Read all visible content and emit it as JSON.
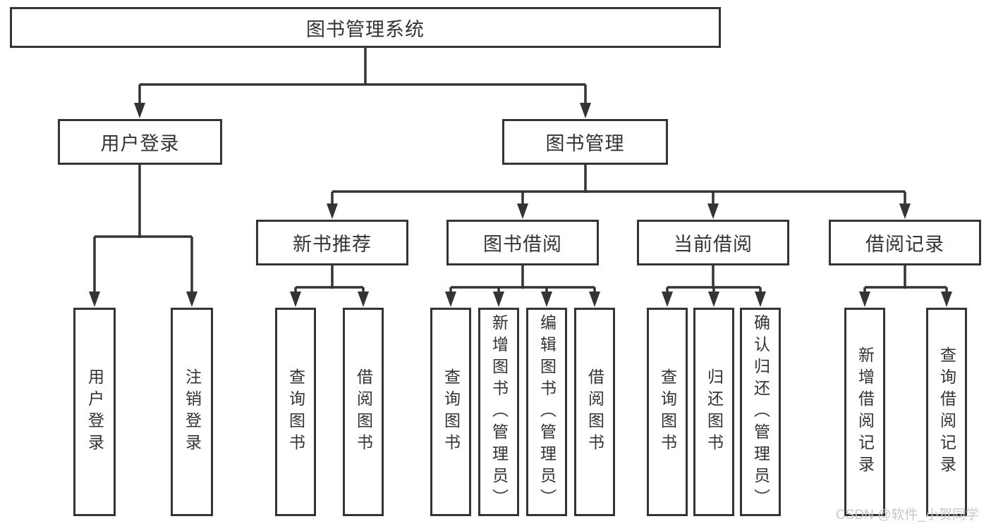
{
  "tree": {
    "root": {
      "label": "图书管理系统"
    },
    "branches": [
      {
        "label": "用户登录",
        "children": [
          {
            "label": "用户登录"
          },
          {
            "label": "注销登录"
          }
        ]
      },
      {
        "label": "图书管理",
        "children": [
          {
            "label": "新书推荐",
            "children": [
              {
                "label": "查询图书"
              },
              {
                "label": "借阅图书"
              }
            ]
          },
          {
            "label": "图书借阅",
            "children": [
              {
                "label": "查询图书"
              },
              {
                "label": "新增图书（管理员）"
              },
              {
                "label": "编辑图书（管理员）"
              },
              {
                "label": "借阅图书"
              }
            ]
          },
          {
            "label": "当前借阅",
            "children": [
              {
                "label": "查询图书"
              },
              {
                "label": "归还图书"
              },
              {
                "label": "确认归还（管理员）"
              }
            ]
          },
          {
            "label": "借阅记录",
            "children": [
              {
                "label": "新增借阅记录"
              },
              {
                "label": "查询借阅记录"
              }
            ]
          }
        ]
      }
    ]
  },
  "watermark": {
    "text": "CSDN @软件_小贺同学",
    "color": "#c8c8c8"
  },
  "colors": {
    "line": "#343434",
    "text": "#333333",
    "background": "#ffffff"
  }
}
